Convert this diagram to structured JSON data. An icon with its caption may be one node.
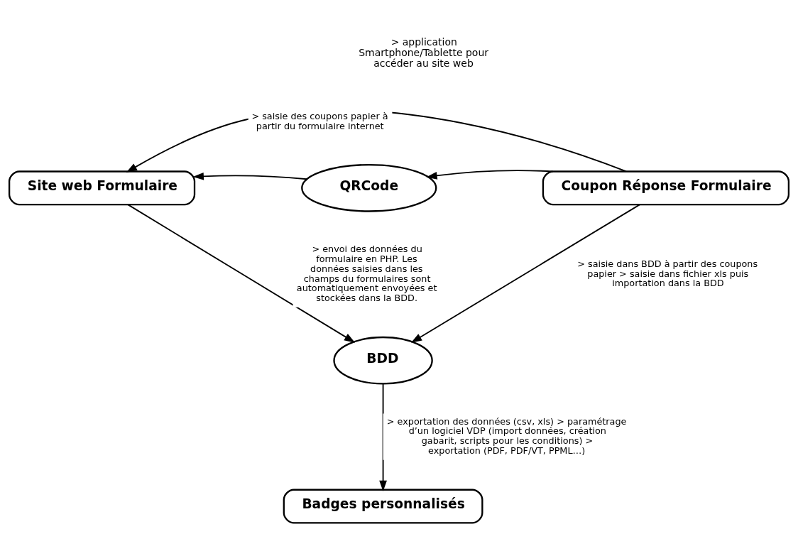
{
  "diagram": {
    "nodes": [
      {
        "text": [
          "Site web Formulaire"
        ]
      },
      {
        "text": [
          "QRCode"
        ]
      },
      {
        "text": [
          "Coupon Réponse Formulaire"
        ]
      },
      {
        "text": [
          "BDD"
        ]
      },
      {
        "text": [
          "Badges personnalisés"
        ]
      }
    ],
    "edges": [
      {
        "from": 1,
        "to": 0,
        "arrow": "to"
      },
      {
        "from": 2,
        "to": 1,
        "arrow": "to"
      },
      {
        "from": 2,
        "to": 0,
        "arrow": "to",
        "label": "> saisie des coupons papier à partir du formulaire internet"
      },
      {
        "from": 0,
        "to": 3,
        "arrow": "to",
        "label": "> envoi des données du formulaire en PHP. Les données saisies dans les champs du formulaires sont automatiquement envoyées et stockées dans la BDD."
      },
      {
        "from": 2,
        "to": 3,
        "arrow": "to",
        "label": "> saisie dans BDD à partir des coupons papier > saisie dans fichier xls puis importation dans la BDD"
      },
      {
        "from": 3,
        "to": 4,
        "arrow": "to",
        "label": "> exportation des données (csv, xls) > paramétrage d’un logiciel VDP (import données, création gabarit, scripts pour les conditions) > exportation (PDF, PDF/VT, PPML…)"
      }
    ],
    "labels": [
      "> application Smartphone/Tablette pour accéder au site web"
    ]
  }
}
